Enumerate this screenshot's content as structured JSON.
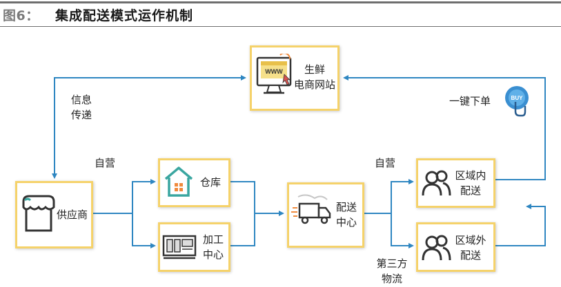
{
  "figure": {
    "label": "图6：",
    "title": "集成配送模式运作机制"
  },
  "nodes": {
    "ecommerce": {
      "line1": "生鲜",
      "line2": "电商网站",
      "icon": "computer-www-icon"
    },
    "supplier": {
      "label": "供应商",
      "icon": "shop-awning-icon"
    },
    "warehouse": {
      "label": "仓库",
      "icon": "warehouse-icon"
    },
    "processing": {
      "line1": "加工",
      "line2": "中心",
      "icon": "factory-machine-icon"
    },
    "distribution": {
      "line1": "配送",
      "line2": "中心",
      "icon": "delivery-truck-icon"
    },
    "inner": {
      "line1": "区域内",
      "line2": "配送",
      "icon": "people-icon"
    },
    "outer": {
      "line1": "区域外",
      "line2": "配送",
      "icon": "people-icon"
    }
  },
  "edge_labels": {
    "info_line1": "信息",
    "info_line2": "传递",
    "self_left": "自营",
    "self_right": "自营",
    "third_line1": "第三方",
    "third_line2": "物流",
    "one_click": "一键下单",
    "buy_button": "BUY"
  },
  "colors": {
    "arrow": "#2e86c1",
    "box_border": "#f5d26a",
    "icon_teal": "#3aa6a0",
    "icon_orange": "#f08a3c",
    "icon_dark": "#333333"
  }
}
